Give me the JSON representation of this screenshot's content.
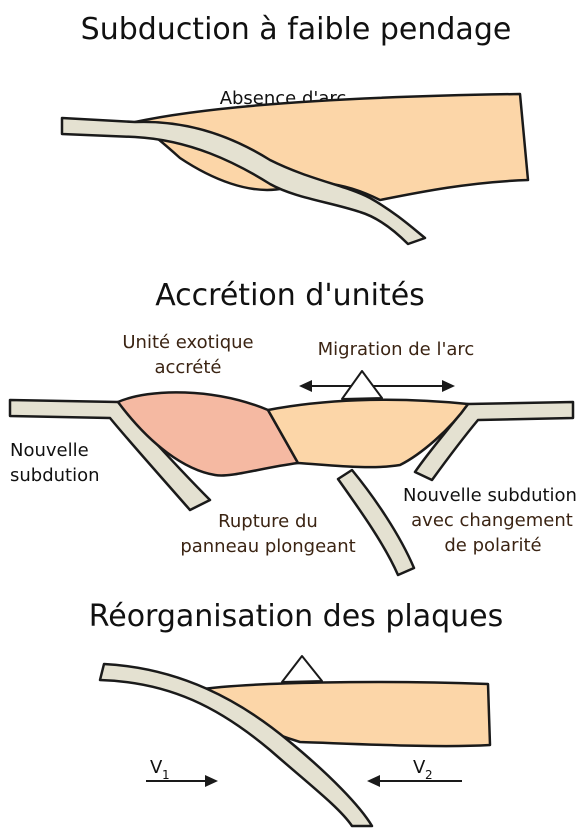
{
  "panels": {
    "flat_subduction": {
      "title": "Subduction à faible pendage",
      "label_no_arc": "Absence d'arc"
    },
    "accretion": {
      "title": "Accrétion d'unités",
      "label_exotic_line1": "Unité exotique",
      "label_exotic_line2": "accrété",
      "label_arc_migration": "Migration de l'arc",
      "label_new_subduction_line1": "Nouvelle",
      "label_new_subduction_line2": "subdution",
      "label_slab_break_line1": "Rupture du",
      "label_slab_break_line2": "panneau plongeant",
      "label_polarity_line1": "Nouvelle subdution",
      "label_polarity_line2": "avec changement",
      "label_polarity_line3": "de polarité"
    },
    "reorganisation": {
      "title": "Réorganisation des plaques",
      "v1": {
        "letter": "V",
        "index": "1"
      },
      "v2": {
        "letter": "V",
        "index": "2"
      }
    }
  },
  "colors": {
    "oceanic_slab": "#e4e1d1",
    "continental_crust": "#fcd6a8",
    "exotic_unit": "#f5b9a2",
    "volcanic_arc": "#ffffff",
    "outline": "#1a1a1a"
  }
}
